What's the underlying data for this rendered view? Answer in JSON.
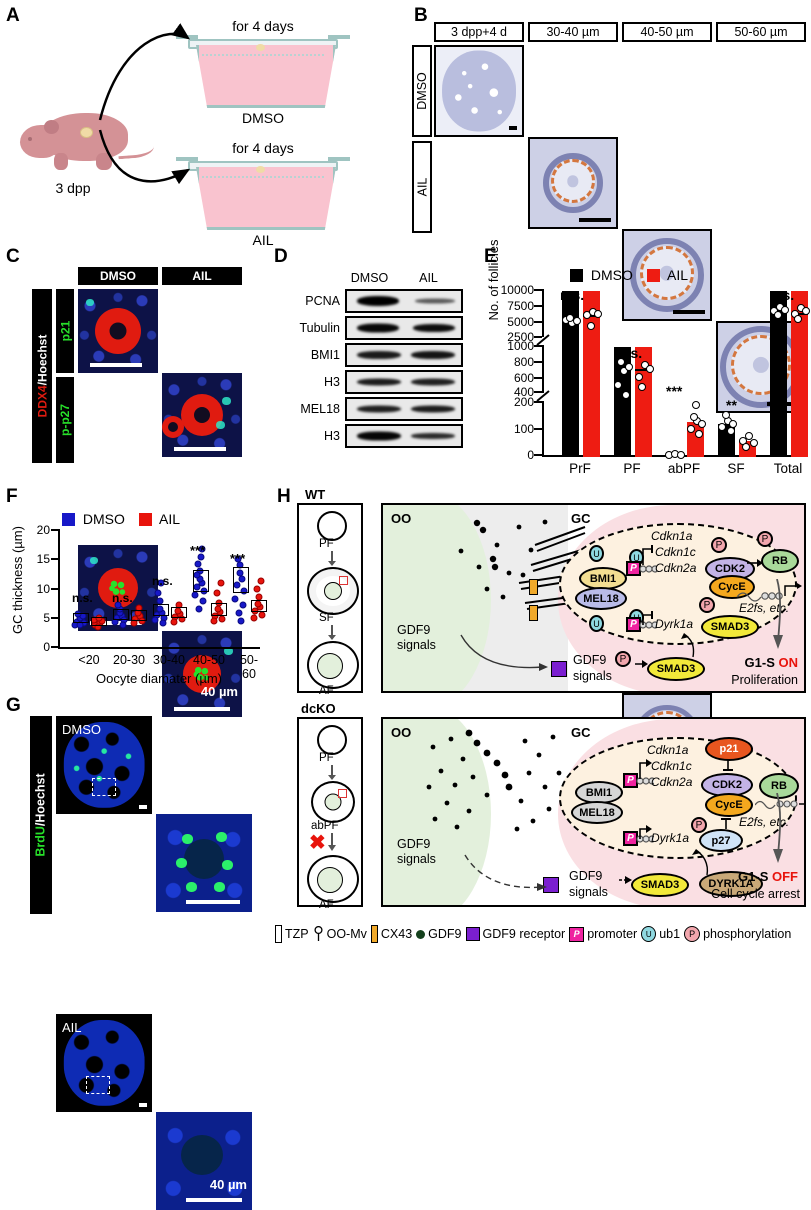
{
  "figure": {
    "panels": [
      "A",
      "B",
      "C",
      "D",
      "E",
      "F",
      "G",
      "H"
    ]
  },
  "panelA": {
    "label": "A",
    "animal_stage": "3 dpp",
    "arms": [
      {
        "duration": "for 4 days",
        "treatment": "DMSO"
      },
      {
        "duration": "for 4 days",
        "treatment": "AIL"
      }
    ]
  },
  "panelB": {
    "label": "B",
    "column_headers": [
      "3 dpp+4 d",
      "30-40 µm",
      "40-50 µm",
      "50-60 µm"
    ],
    "row_labels": [
      "DMSO",
      "AIL"
    ],
    "scale_bar": "40 µm"
  },
  "panelC": {
    "label": "C",
    "column_headers": [
      "DMSO",
      "AIL"
    ],
    "channel_label": "DDX4/Hoechst",
    "channel_parts": {
      "red": "DDX4",
      "rest": "/Hoechst"
    },
    "row_labels": [
      "p21",
      "p-p27"
    ],
    "scale_bar": "40 µm"
  },
  "panelD": {
    "label": "D",
    "lane_headers": [
      "DMSO",
      "AIL"
    ],
    "blots": [
      {
        "protein": "PCNA",
        "dmso_intensity": 1.0,
        "ail_intensity": 0.32
      },
      {
        "protein": "Tubulin",
        "dmso_intensity": 0.95,
        "ail_intensity": 0.9
      },
      {
        "protein": "BMI1",
        "dmso_intensity": 0.85,
        "ail_intensity": 0.88
      },
      {
        "protein": "H3",
        "dmso_intensity": 0.8,
        "ail_intensity": 0.78
      },
      {
        "protein": "MEL18",
        "dmso_intensity": 0.78,
        "ail_intensity": 0.8
      },
      {
        "protein": "H3",
        "dmso_intensity": 0.92,
        "ail_intensity": 0.7
      }
    ]
  },
  "panelE": {
    "label": "E",
    "legend": [
      {
        "name": "DMSO",
        "color": "#000000"
      },
      {
        "name": "AIL",
        "color": "#ee1c12"
      }
    ],
    "ylabel": "No. of follicles",
    "axis_note": "broken y-axis, three segments"
  },
  "panelF": {
    "label": "F",
    "legend": [
      {
        "name": "DMSO",
        "color": "#1718c8"
      },
      {
        "name": "AIL",
        "color": "#e8140c"
      }
    ],
    "ylabel": "GC thickness (µm)",
    "xlabel": "Oocyte diamater (µm)"
  },
  "panelG": {
    "label": "G",
    "channel_label": "BrdU/Hoechst",
    "channel_parts": {
      "green": "BrdU",
      "rest": "/Hoechst"
    },
    "row_labels": [
      "DMSO",
      "AIL"
    ],
    "scale_bar": "40 µm"
  },
  "panelH": {
    "label": "H",
    "genotypes": [
      "WT",
      "dcKO"
    ],
    "wt_stages": [
      "PF",
      "SF",
      "AF"
    ],
    "dcko_stages": [
      "PF",
      "abPF",
      "AF"
    ],
    "compartments": {
      "oocyte": "OO",
      "granulosa": "GC"
    },
    "oocyte_text": "GDF9\nsignals",
    "gdf9_label": "GDF9",
    "signals_label": "signals",
    "wt": {
      "genes": [
        "Cdkn1a",
        "Cdkn1c",
        "Cdkn2a",
        "Dyrk1a"
      ],
      "e2f_label": "E2fs, etc.",
      "proteins": [
        "BMI1",
        "MEL18",
        "CDK2",
        "CycE",
        "RB",
        "SMAD3"
      ],
      "outcome_prefix": "G1-S ",
      "outcome_state": "ON",
      "outcome_desc": "Proliferation"
    },
    "dcko": {
      "genes": [
        "Cdkn1a",
        "Cdkn1c",
        "Cdkn2a",
        "Dyrk1a"
      ],
      "e2f_label": "E2fs, etc.",
      "proteins": [
        "BMI1",
        "MEL18",
        "p21",
        "CDK2",
        "CycE",
        "RB",
        "p27",
        "SMAD3",
        "DYRK1A"
      ],
      "outcome_prefix": "G1-S ",
      "outcome_state": "OFF",
      "outcome_desc": "Cell cycle arrest"
    },
    "legend": [
      {
        "name": "TZP",
        "icon": "tzp-icon"
      },
      {
        "name": "OO-Mv",
        "icon": "microvilli-icon"
      },
      {
        "name": "CX43",
        "icon": "cx43-icon"
      },
      {
        "name": "GDF9",
        "icon": "gdf9-dot-icon"
      },
      {
        "name": "GDF9 receptor",
        "icon": "gdf9-receptor-icon"
      },
      {
        "name": "promoter",
        "icon": "promoter-icon"
      },
      {
        "name": "ub1",
        "icon": "ubiquitin-icon"
      },
      {
        "name": "phosphorylation",
        "icon": "phospho-icon"
      }
    ]
  },
  "chart_data": [
    {
      "panel": "E",
      "type": "bar",
      "title": "",
      "xlabel": "",
      "ylabel": "No. of follicles",
      "categories": [
        "PrF",
        "PF",
        "abPF",
        "SF",
        "Total"
      ],
      "series": [
        {
          "name": "DMSO",
          "color": "#000000",
          "values": [
            5800,
            680,
            3,
            120,
            6600
          ]
        },
        {
          "name": "AIL",
          "color": "#ee1c12",
          "values": [
            6400,
            710,
            130,
            60,
            6500
          ]
        }
      ],
      "points": {
        "PrF": {
          "DMSO": [
            5600,
            5800,
            5900,
            6000,
            6100
          ],
          "AIL": [
            5800,
            6600,
            7000,
            7100,
            7300
          ]
        },
        "PF": {
          "DMSO": [
            500,
            560,
            640,
            700,
            760,
            800
          ],
          "AIL": [
            600,
            660,
            720,
            760,
            800,
            830
          ]
        },
        "abPF": {
          "DMSO": [
            0,
            2,
            4,
            6,
            8
          ],
          "AIL": [
            85,
            100,
            120,
            140,
            150,
            195
          ]
        },
        "SF": {
          "DMSO": [
            95,
            110,
            120,
            135,
            140,
            155
          ],
          "AIL": [
            35,
            50,
            60,
            70,
            80
          ]
        },
        "Total": {
          "DMSO": [
            6200,
            6500,
            6700,
            6900,
            7100
          ],
          "AIL": [
            6000,
            6400,
            6800,
            7000,
            7400
          ]
        }
      },
      "significance": [
        "n.s.",
        "n.s.",
        "***",
        "**",
        "n.s."
      ],
      "axis_segments": [
        {
          "min": 0,
          "max": 200,
          "ticks": [
            0,
            100,
            200
          ]
        },
        {
          "min": 400,
          "max": 1000,
          "ticks": [
            400,
            600,
            800,
            1000
          ]
        },
        {
          "min": 2500,
          "max": 10000,
          "ticks": [
            2500,
            5000,
            7500,
            10000
          ]
        }
      ],
      "grid": false,
      "legend_position": "top"
    },
    {
      "panel": "F",
      "type": "scatter",
      "title": "",
      "xlabel": "Oocyte diamater (µm)",
      "ylabel": "GC thickness (µm)",
      "categories": [
        "<20",
        "20-30",
        "30-40",
        "40-50",
        "50-60"
      ],
      "ylim": [
        0,
        20
      ],
      "yticks": [
        0,
        5,
        10,
        15,
        20
      ],
      "series": [
        {
          "name": "DMSO",
          "color": "#1718c8",
          "median": [
            5.0,
            5.6,
            6.0,
            11.3,
            11.7
          ],
          "min": [
            4.0,
            4.0,
            4.4,
            6.2,
            4.9
          ],
          "max": [
            6.3,
            7.4,
            13.0,
            18.4,
            16.6
          ],
          "q1": [
            4.6,
            5.0,
            5.4,
            9.6,
            9.4
          ],
          "q3": [
            5.5,
            6.3,
            7.0,
            13.0,
            13.5
          ]
        },
        {
          "name": "AIL",
          "color": "#e8140c",
          "median": [
            4.4,
            5.6,
            6.0,
            6.4,
            7.0
          ],
          "min": [
            3.7,
            4.2,
            3.8,
            4.6,
            4.8
          ],
          "max": [
            5.8,
            7.6,
            8.4,
            12.4,
            12.4
          ],
          "q1": [
            4.0,
            5.0,
            5.3,
            5.6,
            6.2
          ],
          "q3": [
            4.9,
            6.2,
            6.8,
            7.4,
            7.8
          ]
        }
      ],
      "significance": [
        "n.s.",
        "n.s.",
        "n.s.",
        "***",
        "***"
      ],
      "grid": false,
      "legend_position": "top"
    }
  ]
}
